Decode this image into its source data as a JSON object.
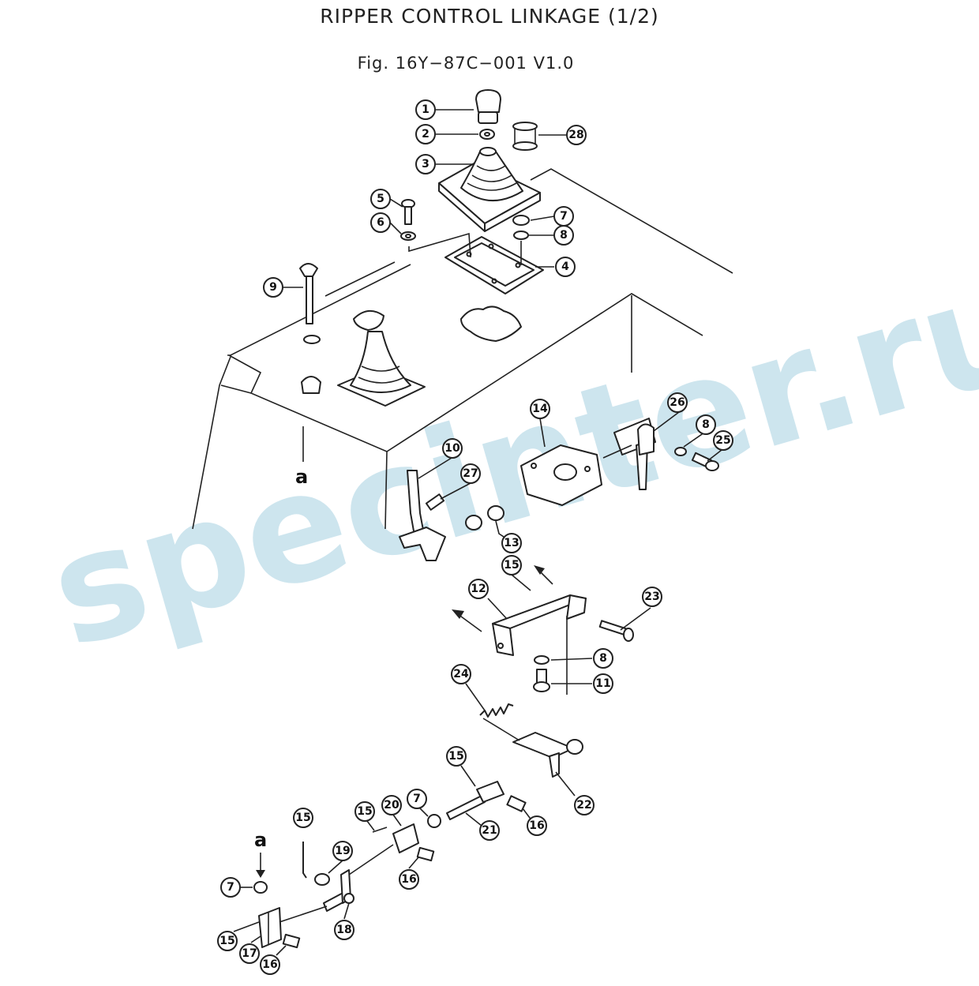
{
  "title": "RIPPER CONTROL LINKAGE (1/2)",
  "figure": "Fig. 16Y−87C−001  V1.0",
  "watermark": "specinter.ru",
  "view_letter": "a",
  "callouts": [
    "1",
    "2",
    "3",
    "4",
    "5",
    "6",
    "7",
    "8",
    "9",
    "10",
    "11",
    "12",
    "13",
    "14",
    "15",
    "16",
    "17",
    "18",
    "19",
    "20",
    "21",
    "22",
    "23",
    "24",
    "25",
    "26",
    "27",
    "28"
  ],
  "colors": {
    "ink": "#222222",
    "watermark": "#4aa3c2"
  }
}
